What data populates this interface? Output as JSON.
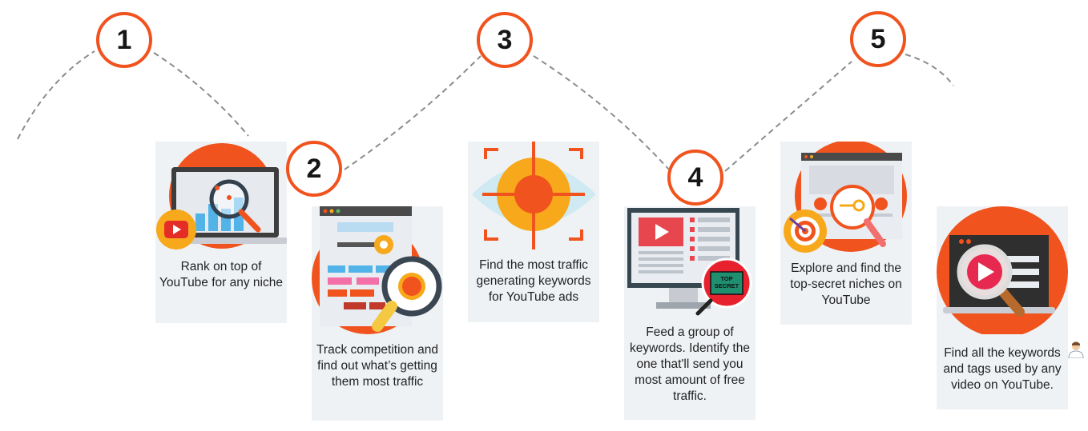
{
  "steps": [
    {
      "number": "1",
      "caption": "Rank on top of YouTube for any niche"
    },
    {
      "number": "2",
      "caption": "Track competition and find out what’s getting them most traffic"
    },
    {
      "number": "3",
      "caption": "Find the most traffic generating keywords for YouTube ads"
    },
    {
      "number": "4",
      "caption": "Feed a group of keywords. Identify the one that'll send you most amount of free traffic.",
      "badge_text": "TOP SECRET"
    },
    {
      "number": "5",
      "caption": "Explore and find the top-secret niches on YouTube"
    },
    {
      "number": "",
      "caption": "Find all the keywords and tags used by any video on YouTube."
    }
  ],
  "colors": {
    "accent": "#f0531d",
    "card_bg": "#eff2f5",
    "dash": "#8c8c8c"
  }
}
